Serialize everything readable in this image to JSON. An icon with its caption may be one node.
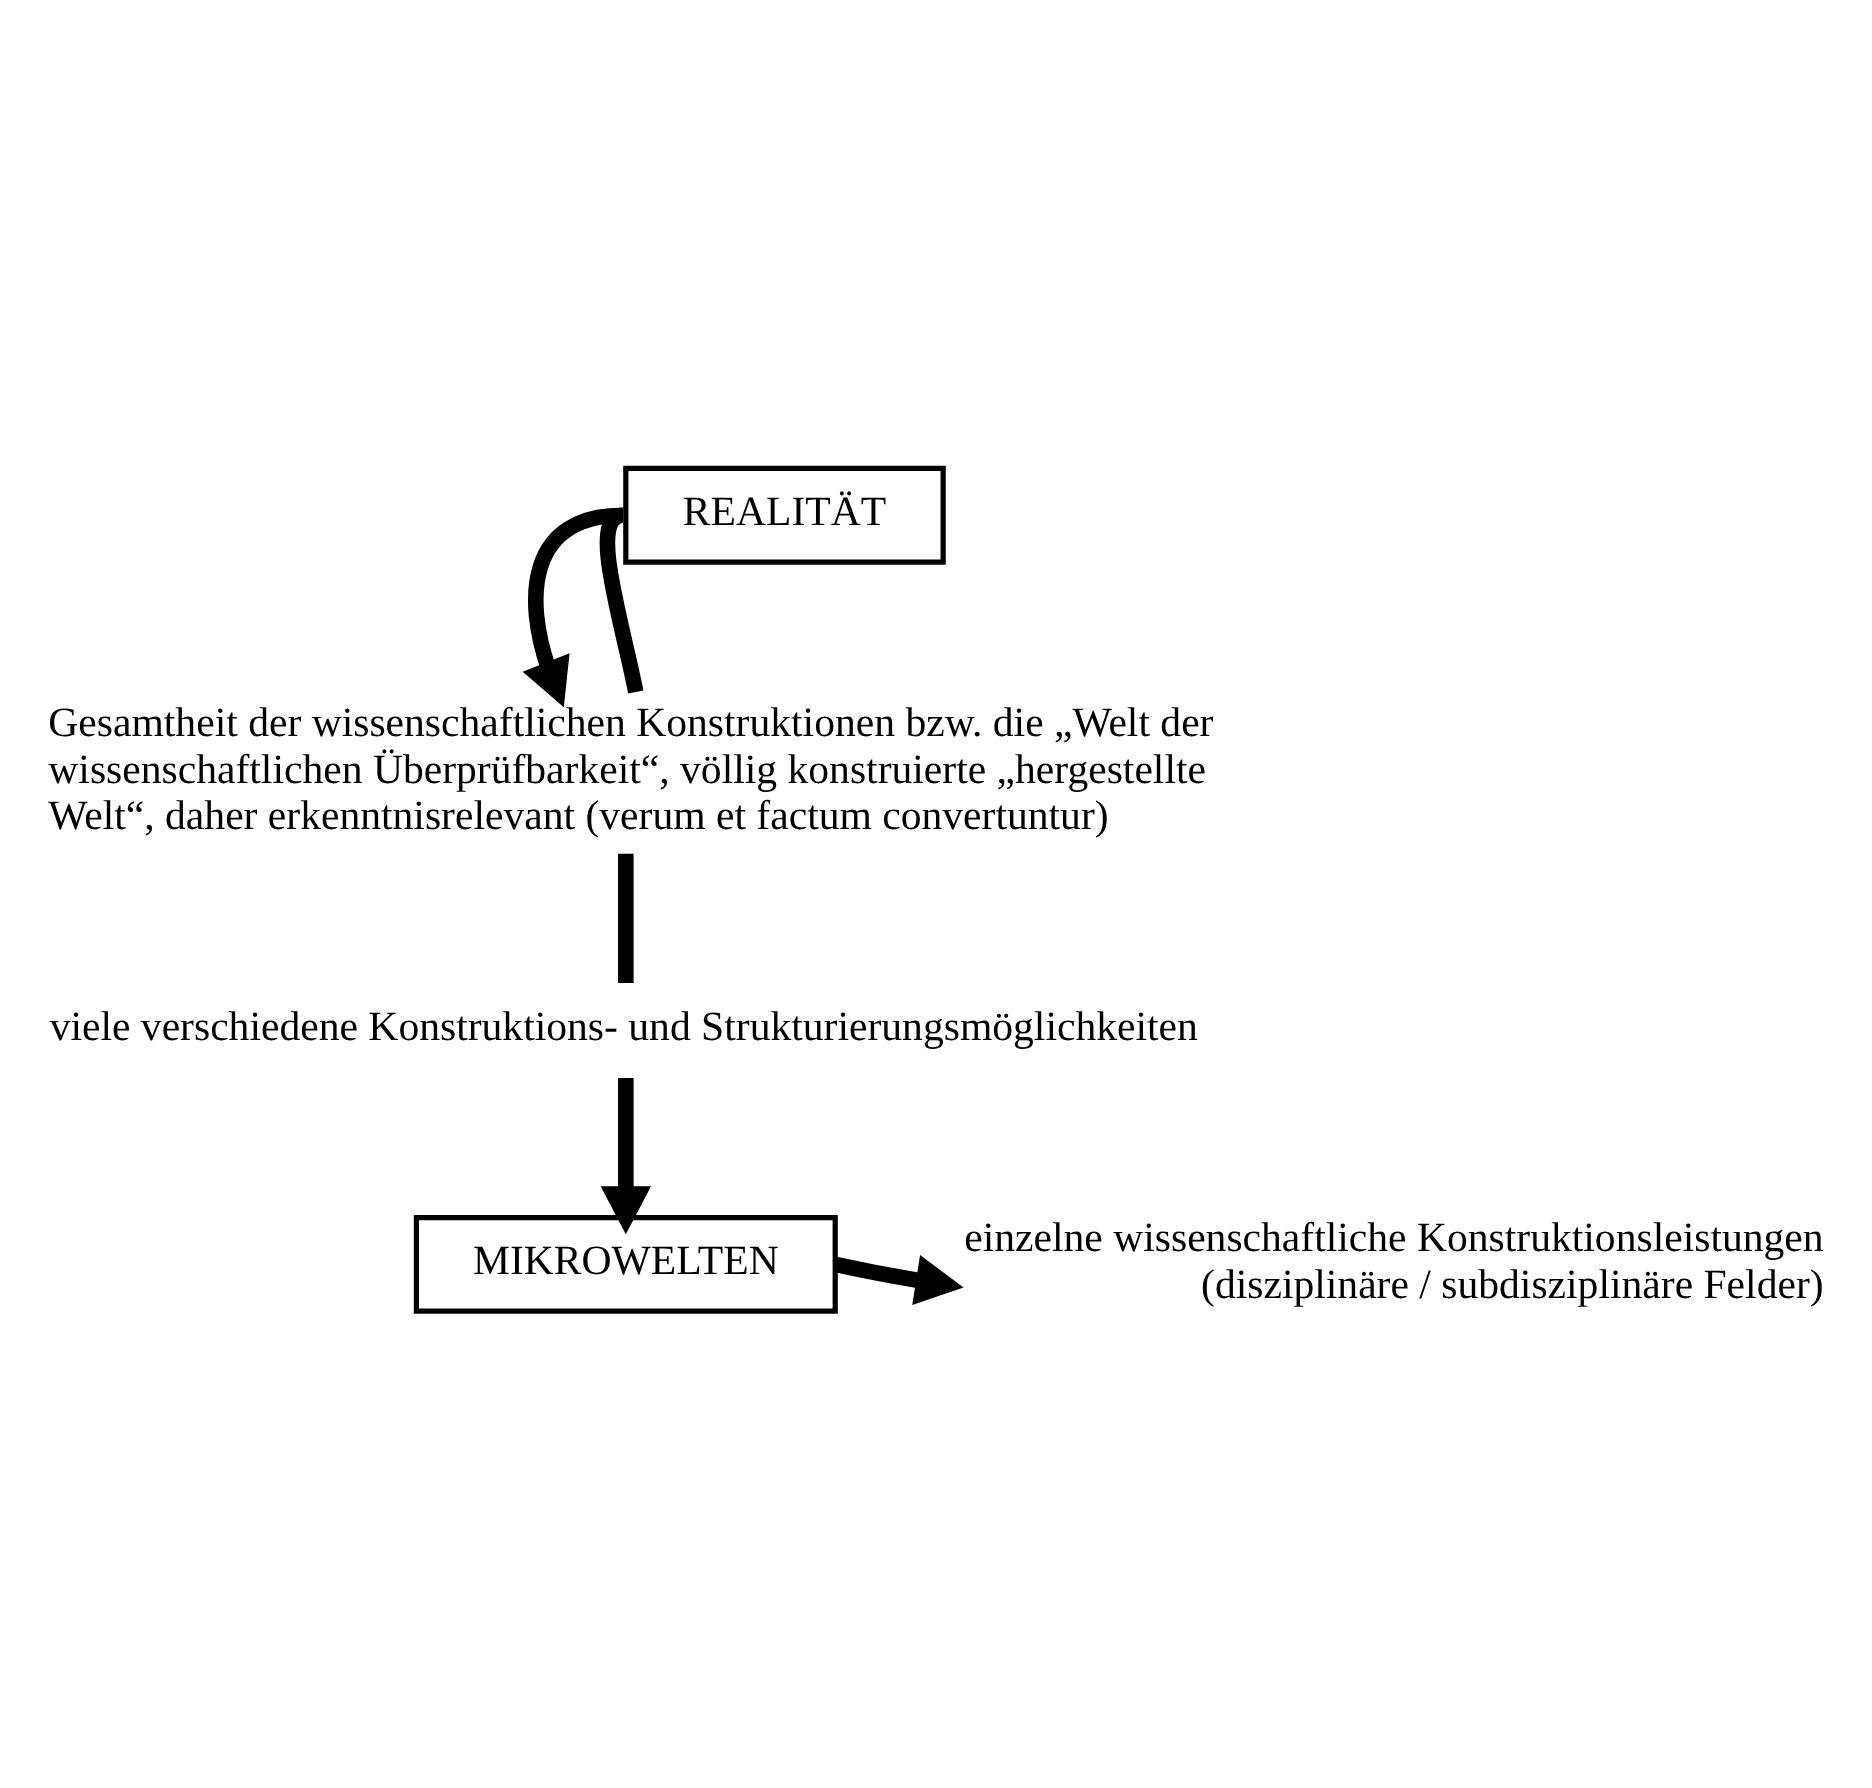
{
  "diagram": {
    "nodes": [
      {
        "text": [
          "REALITÄT"
        ]
      },
      {
        "text": [
          "Gesamtheit der wissenschaftlichen Konstruktionen bzw. die „Welt der wissenschaftlichen Überprüfbarkeit“, völlig konstruierte „hergestellte Welt“, daher erkenntnisrelevant (verum et factum convertuntur)"
        ]
      },
      {
        "text": [
          "viele verschiedene Konstruktions- und Strukturierungsmöglichkeiten"
        ]
      },
      {
        "text": [
          "MIKROWELTEN"
        ]
      },
      {
        "text": [
          "einzelne wissenschaftliche Konstruktionsleistungen (disziplinäre / subdisziplinäre Felder)"
        ]
      }
    ],
    "edges": [
      {
        "from": 0,
        "to": 1,
        "arrow": "to"
      },
      {
        "from": 0,
        "to": 1,
        "arrow": "none"
      },
      {
        "from": 1,
        "to": 2,
        "arrow": "none"
      },
      {
        "from": 2,
        "to": 3,
        "arrow": "to"
      },
      {
        "from": 3,
        "to": 4,
        "arrow": "to"
      }
    ]
  }
}
